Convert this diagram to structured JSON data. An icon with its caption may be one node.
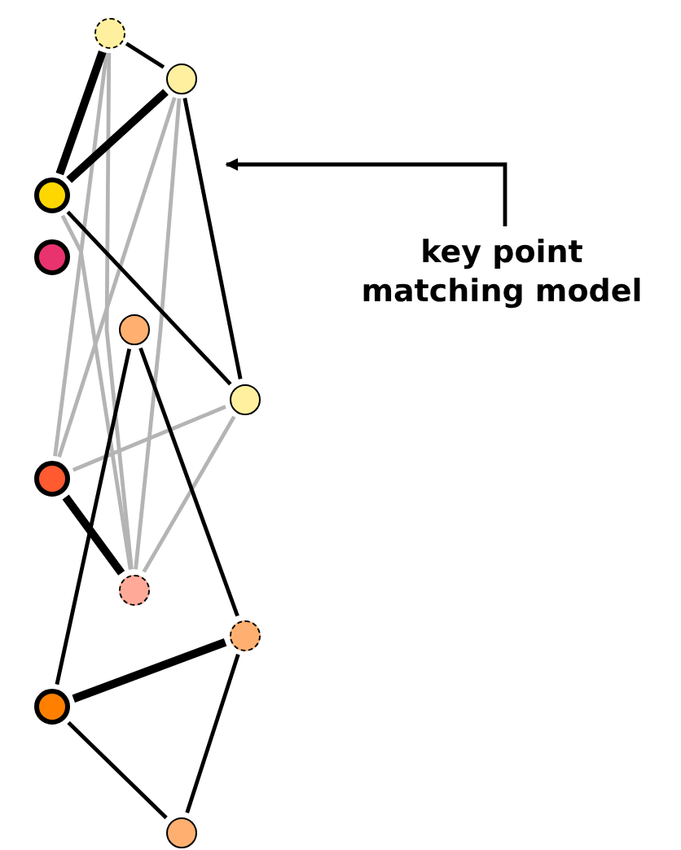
{
  "diagram": {
    "nodes": [
      {
        "text": [],
        "shape": "circle"
      },
      {
        "text": [],
        "shape": "circle"
      },
      {
        "text": [],
        "shape": "circle"
      },
      {
        "text": [],
        "shape": "circle"
      },
      {
        "text": [],
        "shape": "circle"
      },
      {
        "text": [],
        "shape": "circle"
      },
      {
        "text": [],
        "shape": "circle"
      },
      {
        "text": [],
        "shape": "circle"
      },
      {
        "text": [],
        "shape": "circle"
      },
      {
        "text": [],
        "shape": "circle"
      },
      {
        "text": [],
        "shape": "circle"
      },
      {
        "text": [
          "key point matching model"
        ]
      }
    ],
    "edges": [
      {
        "from": 0,
        "to": 6,
        "arrow": "none",
        "color": "#b4b4b4"
      },
      {
        "from": 0,
        "to": 7,
        "arrow": "none",
        "color": "#b4b4b4"
      },
      {
        "from": 1,
        "to": 6,
        "arrow": "none",
        "color": "#b4b4b4"
      },
      {
        "from": 1,
        "to": 7,
        "arrow": "none",
        "color": "#b4b4b4"
      },
      {
        "from": 2,
        "to": 7,
        "arrow": "none",
        "color": "#b4b4b4"
      },
      {
        "from": 5,
        "to": 6,
        "arrow": "none",
        "color": "#b4b4b4"
      },
      {
        "from": 5,
        "to": 7,
        "arrow": "none",
        "color": "#b4b4b4"
      },
      {
        "from": 0,
        "to": 2,
        "arrow": "none",
        "style": "thick"
      },
      {
        "from": 0,
        "to": 1,
        "arrow": "none"
      },
      {
        "from": 1,
        "to": 2,
        "arrow": "none",
        "style": "thick"
      },
      {
        "from": 1,
        "to": 5,
        "arrow": "none"
      },
      {
        "from": 2,
        "to": 5,
        "arrow": "none"
      },
      {
        "from": 4,
        "to": 9,
        "arrow": "none"
      },
      {
        "from": 4,
        "to": 8,
        "arrow": "none"
      },
      {
        "from": 6,
        "to": 7,
        "arrow": "none",
        "style": "thick"
      },
      {
        "from": 9,
        "to": 8,
        "arrow": "none",
        "style": "thick"
      },
      {
        "from": 9,
        "to": 10,
        "arrow": "none"
      },
      {
        "from": 8,
        "to": 10,
        "arrow": "none"
      },
      {
        "from": 11,
        "to": null,
        "arrow": "to"
      }
    ]
  }
}
